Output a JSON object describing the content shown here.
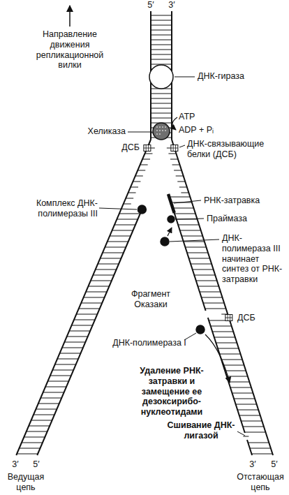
{
  "diagram": {
    "labels": [
      "5′",
      "3′",
      "Направление движения репликационной вилки",
      "ДНК-гираза",
      "Хеликаза",
      "ATP",
      "ADP + Pᵢ",
      "ДСБ",
      "ДНК-связывающие белки (ДСБ)",
      "Комплекс ДНК-полимеразы III",
      "РНК-затравка",
      "Праймаза",
      "ДНК-полимераза III начинает синтез от РНК-затравки",
      "Фрагмент Оказаки",
      "ДСБ",
      "ДНК-полимераза I",
      "Удаление РНК-затравки и замещение ее дезоксирибо-нуклеотидами",
      "Сшивание ДНК-лигазой",
      "3′",
      "5′",
      "3′",
      "5′",
      "Ведущая цепь",
      "Отстающая цепь"
    ]
  }
}
